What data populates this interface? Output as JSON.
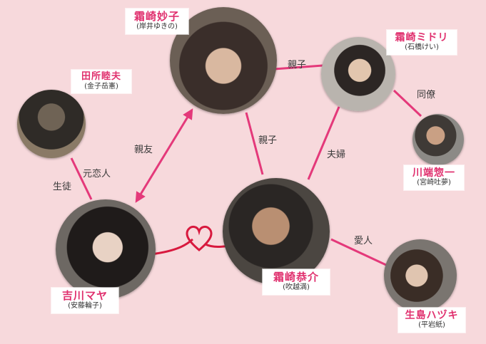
{
  "colors": {
    "background": "#f7d9dc",
    "name_text": "#e0306e",
    "link": "#e4397a",
    "love_arrow": "#d8193e"
  },
  "characters": {
    "myoko": {
      "name": "霜崎妙子",
      "actor": "(岸井ゆきの)"
    },
    "midori": {
      "name": "霜崎ミドリ",
      "actor": "(石橋けい)"
    },
    "tadokoro": {
      "name": "田所睦夫",
      "actor": "(金子岳憲)"
    },
    "kawabata": {
      "name": "川端惣一",
      "actor": "(宮崎吐夢)"
    },
    "maya": {
      "name": "吉川マヤ",
      "actor": "(安藤輪子)"
    },
    "kyosuke": {
      "name": "霜崎恭介",
      "actor": "(吹越満)"
    },
    "hazuki": {
      "name": "生島ハヅキ",
      "actor": "(平岩紙)"
    }
  },
  "relations": {
    "myoko_midori": "親子",
    "myoko_kyosuke": "親子",
    "midori_kawabata": "同僚",
    "midori_kyosuke": "夫婦",
    "myoko_maya": "親友",
    "tadokoro_maya_former": "元恋人",
    "tadokoro_maya_student": "生徒",
    "kyosuke_hazuki": "愛人"
  },
  "icons": {
    "love_arrow": "heart-arrow-icon"
  }
}
